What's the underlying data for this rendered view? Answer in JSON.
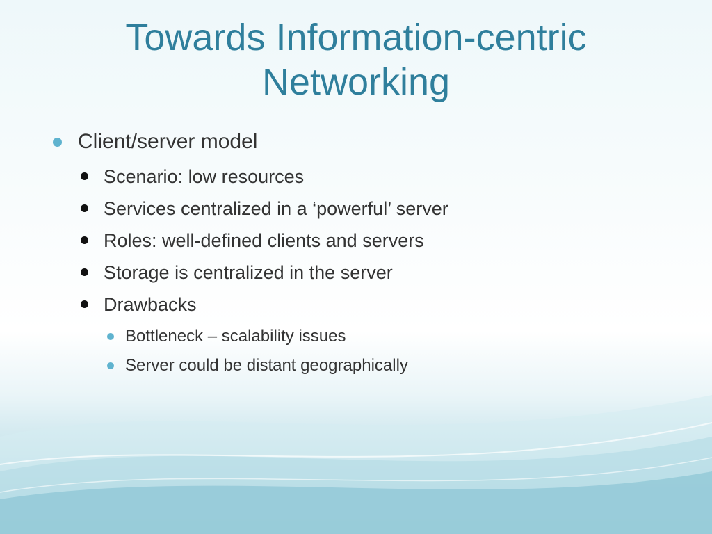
{
  "slide": {
    "title_lines": [
      "Towards Information-centric",
      "Networking"
    ],
    "bullets": [
      {
        "level": 1,
        "text": "Client/server model"
      },
      {
        "level": 2,
        "text": "Scenario: low resources"
      },
      {
        "level": 2,
        "text": "Services centralized in a ‘powerful’ server"
      },
      {
        "level": 2,
        "text": "Roles: well-defined clients and servers"
      },
      {
        "level": 2,
        "text": "Storage is centralized in the server"
      },
      {
        "level": 2,
        "text": "Drawbacks"
      },
      {
        "level": 3,
        "text": "Bottleneck – scalability issues"
      },
      {
        "level": 3,
        "text": "Server could be distant geographically"
      }
    ]
  },
  "colors": {
    "title": "#2f7f9c",
    "body_text": "#333333",
    "bullet_primary": "#5fb3cf",
    "bullet_secondary": "#111111"
  }
}
